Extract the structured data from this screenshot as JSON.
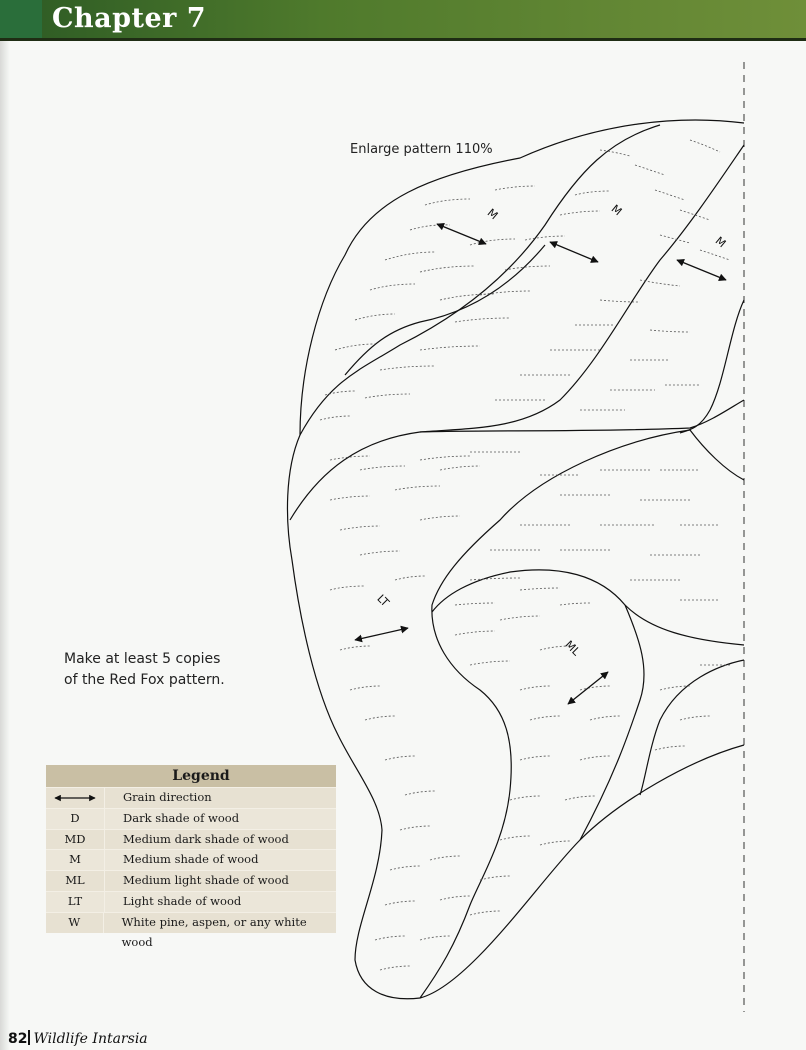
{
  "header": {
    "chapter": "Chapter 7"
  },
  "notes": {
    "enlarge": "Enlarge pattern 110%",
    "copies_line1": "Make at least 5 copies",
    "copies_line2": "of the Red Fox pattern."
  },
  "pattern": {
    "labels": {
      "m1": "M",
      "m2": "M",
      "m3": "M",
      "lt": "LT",
      "ml": "ML"
    }
  },
  "legend": {
    "title": "Legend",
    "grain_label": "Grain direction",
    "rows": [
      {
        "key": "D",
        "desc": "Dark shade of wood"
      },
      {
        "key": "MD",
        "desc": "Medium dark shade of wood"
      },
      {
        "key": "M",
        "desc": "Medium shade of wood"
      },
      {
        "key": "ML",
        "desc": "Medium light shade of wood"
      },
      {
        "key": "LT",
        "desc": "Light shade of wood"
      },
      {
        "key": "W",
        "desc": "White pine, aspen, or any white wood"
      }
    ]
  },
  "footer": {
    "page_number": "82",
    "book_title": "Wildlife Intarsia"
  },
  "colors": {
    "header_green": "#4f7a2c",
    "legend_bg": "#e7e1d2",
    "legend_header": "#c9bfa4"
  }
}
